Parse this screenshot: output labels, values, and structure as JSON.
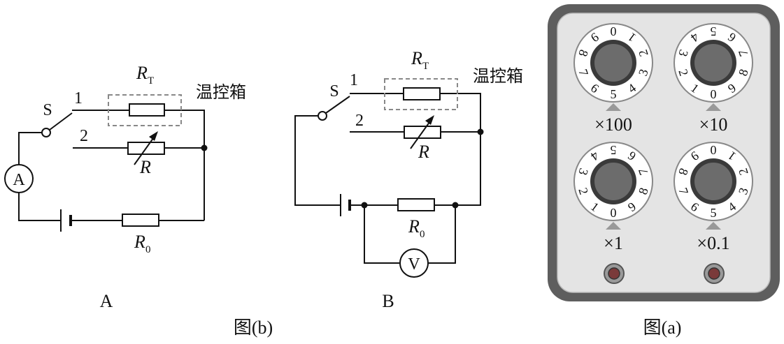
{
  "circuit_a": {
    "switch_label": "S",
    "pos1_label": "1",
    "pos2_label": "2",
    "rt_label": "R",
    "rt_sub": "T",
    "chamber_label": "温控箱",
    "r_label": "R",
    "r0_label": "R",
    "r0_sub": "0",
    "ammeter_label": "A",
    "caption": "A"
  },
  "circuit_b": {
    "switch_label": "S",
    "pos1_label": "1",
    "pos2_label": "2",
    "rt_label": "R",
    "rt_sub": "T",
    "chamber_label": "温控箱",
    "r_label": "R",
    "r0_label": "R",
    "r0_sub": "0",
    "voltmeter_label": "V",
    "caption": "B"
  },
  "figure_b_caption": "图(b)",
  "figure_a_caption": "图(a)",
  "resistance_box": {
    "dials": [
      {
        "multiplier": "×100",
        "digits": [
          "0",
          "1",
          "2",
          "3",
          "4",
          "5",
          "6",
          "7",
          "8",
          "9"
        ]
      },
      {
        "multiplier": "×10",
        "digits": [
          "0",
          "1",
          "2",
          "3",
          "4",
          "5",
          "6",
          "7",
          "8",
          "9"
        ]
      },
      {
        "multiplier": "×1",
        "digits": [
          "0",
          "1",
          "2",
          "3",
          "4",
          "5",
          "6",
          "7",
          "8",
          "9"
        ]
      },
      {
        "multiplier": "×0.1",
        "digits": [
          "0",
          "1",
          "2",
          "3",
          "4",
          "5",
          "6",
          "7",
          "8",
          "9"
        ]
      }
    ]
  },
  "colors": {
    "box_outer": "#5e5e5e",
    "box_panel": "#e4e4e4",
    "knob": "#6c6c6c",
    "pointer": "#999999"
  }
}
